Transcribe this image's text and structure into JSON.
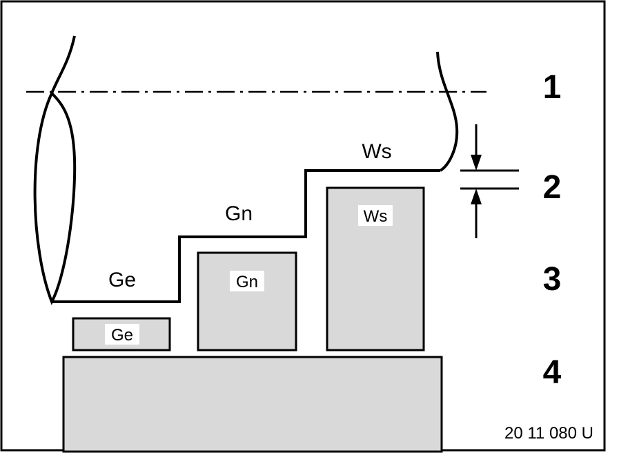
{
  "stage_labels": {
    "rough": "Ge",
    "finish": "Gn",
    "tool": "Ws"
  },
  "block_labels": {
    "rough": "Ge",
    "finish": "Gn",
    "tool": "Ws"
  },
  "row_numbers": [
    "1",
    "2",
    "3",
    "4"
  ],
  "reference_code": "20 11 080 U"
}
